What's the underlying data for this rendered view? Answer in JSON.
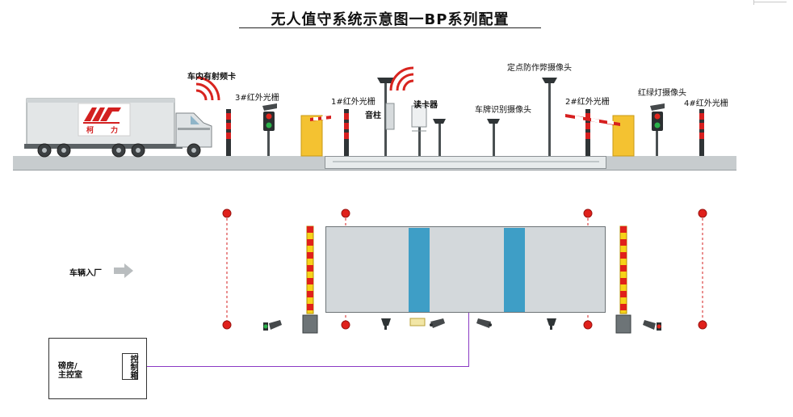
{
  "title": "无人值守系统示意图一BP系列配置",
  "labels": {
    "rfid_card": "车内有射频卡",
    "ir_grating_3": "3#红外光栅",
    "ir_grating_1": "1#红外光栅",
    "speaker_column": "音柱",
    "card_reader": "读卡器",
    "plate_camera": "车牌识别摄像头",
    "anti_cheat_camera": "定点防作弊摄像头",
    "ir_grating_2": "2#红外光栅",
    "light_camera": "红绿灯摄像头",
    "ir_grating_4": "4#红外光栅",
    "vehicle_entry": "车辆入厂",
    "room_line1": "磅房/",
    "room_line2": "主控室",
    "control_box": "控制箱"
  },
  "truck_logo": {
    "chars": [
      "柯",
      "力"
    ]
  },
  "colors": {
    "accent_blue": "#3e9ec6",
    "cable_purple": "#8a3ac4",
    "barrier_yellow": "#f4c231",
    "grating_red": "#d61f1f"
  }
}
